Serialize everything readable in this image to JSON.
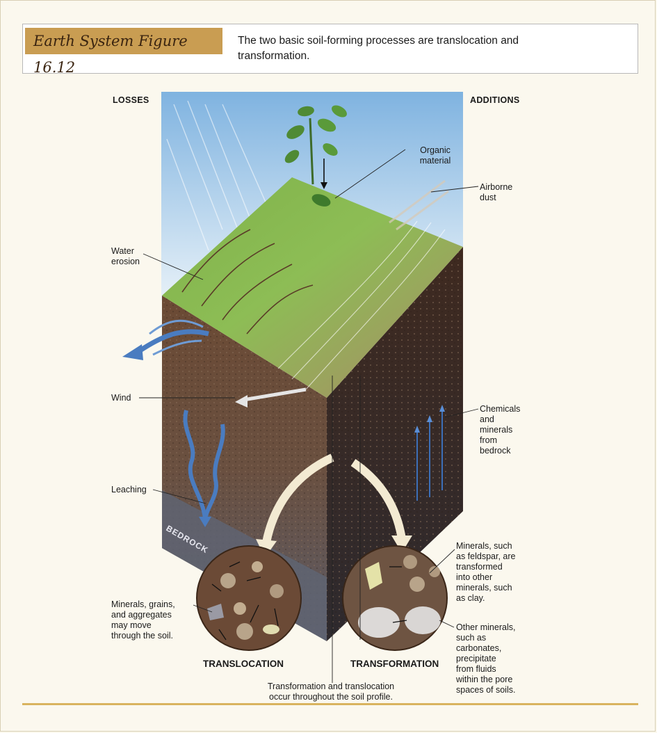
{
  "figure": {
    "tag": "Earth System Figure 16.12",
    "caption": "The two basic soil-forming processes are translocation and transformation."
  },
  "headings": {
    "losses": "LOSSES",
    "additions": "ADDITIONS"
  },
  "labels": {
    "organic_material": "Organic\nmaterial",
    "airborne_dust": "Airborne\ndust",
    "water_erosion": "Water\nerosion",
    "wind": "Wind",
    "chemicals": "Chemicals\nand\nminerals\nfrom\nbedrock",
    "leaching": "Leaching",
    "bedrock": "BEDROCK",
    "minerals_grains": "Minerals, grains,\nand aggregates\nmay move\nthrough the soil.",
    "minerals_feldspar": "Minerals, such\nas feldspar, are\ntransformed\ninto other\nminerals, such\nas clay.",
    "other_minerals": "Other minerals,\nsuch as\ncarbonates,\nprecipitate\nfrom fluids\nwithin the pore\nspaces of soils.",
    "translocation": "TRANSLOCATION",
    "transformation": "TRANSFORMATION",
    "throughout": "Transformation and translocation\noccur throughout the soil profile."
  },
  "colors": {
    "tag_bg": "#c99d52",
    "rule": "#d9b35e",
    "grass": "#7fb24a",
    "soil_dark": "#4a3426",
    "water_blue": "#4a7cc0",
    "sky": "#9cc6e6"
  }
}
